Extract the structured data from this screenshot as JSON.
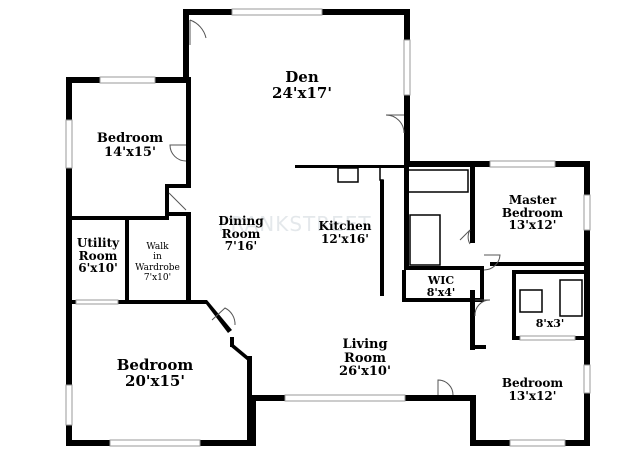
{
  "rooms": {
    "den": {
      "name": "Den",
      "size": "24'x17'"
    },
    "bedroom_nw": {
      "name": "Bedroom",
      "size": "14'x15'"
    },
    "utility": {
      "line1": "Utility",
      "line2": "Room",
      "size": "6'x10'"
    },
    "walkin": {
      "line1": "Walk",
      "line2": "in",
      "line3": "Wardrobe",
      "size": "7'x10'"
    },
    "dining": {
      "line1": "Dining",
      "line2": "Room",
      "size": "7'16'"
    },
    "kitchen": {
      "name": "Kitchen",
      "size": "12'x16'"
    },
    "master": {
      "line1": "Master",
      "line2": "Bedroom",
      "size": "13'x12'"
    },
    "wic": {
      "name": "WIC",
      "size": "8'x4'"
    },
    "closet": {
      "size": "8'x3'"
    },
    "bedroom_sw": {
      "name": "Bedroom",
      "size": "20'x15'"
    },
    "living": {
      "line1": "Living",
      "line2": "Room",
      "size": "26'x10'"
    },
    "bedroom_se": {
      "name": "Bedroom",
      "size": "13'x12'"
    }
  },
  "watermark": "FRANKSTREET"
}
